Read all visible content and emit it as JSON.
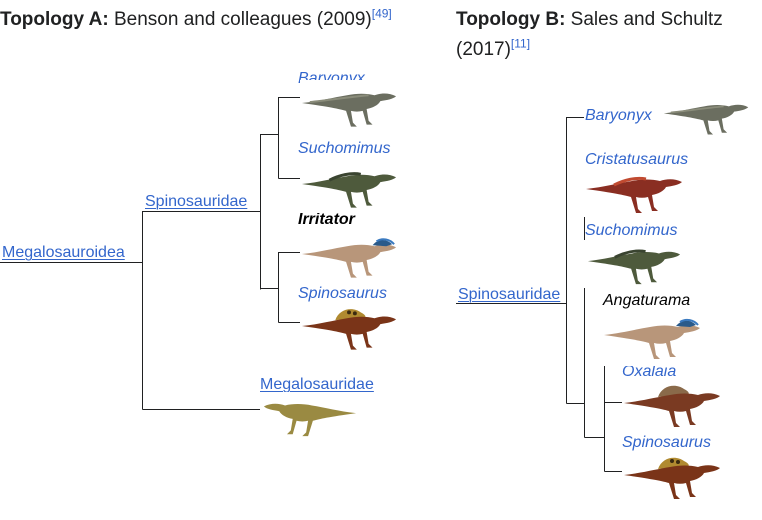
{
  "topology_a": {
    "heading_bold": "Topology A:",
    "heading_text": " Benson and colleagues (2009)",
    "heading_ref": "[49]",
    "taxa": {
      "megalosauroidea": "Megalosauroidea",
      "spinosauridae": "Spinosauridae",
      "baryonyx": "Baryonyx",
      "suchomimus": "Suchomimus",
      "irritator": "Irritator",
      "spinosaurus": "Spinosaurus",
      "megalosauridae": "Megalosauridae"
    }
  },
  "topology_b": {
    "heading_bold": "Topology B:",
    "heading_text": " Sales and Schultz",
    "heading_line2": "(2017)",
    "heading_ref": "[11]",
    "taxa": {
      "spinosauridae": "Spinosauridae",
      "baryonyx": "Baryonyx",
      "cristatusaurus": "Cristatusaurus",
      "suchomimus": "Suchomimus",
      "angaturama": "Angaturama",
      "oxalaia": "Oxalaia",
      "spinosaurus": "Spinosaurus"
    }
  },
  "colors": {
    "link": "#3366cc",
    "line": "#202122",
    "baryonyx": "#6b6e60",
    "suchomimus": "#4e5a3c",
    "irritator": "#b8967a",
    "spinosaurus": "#7a3418",
    "megalosauridae": "#9a8a42",
    "cristatusaurus": "#8a2e22",
    "oxalaia": "#7a3a22"
  }
}
